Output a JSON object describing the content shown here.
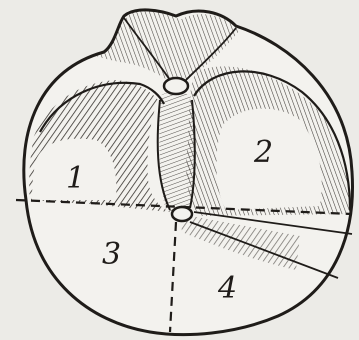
{
  "figure": {
    "regions": [
      {
        "id": "region-1",
        "label": "1"
      },
      {
        "id": "region-2",
        "label": "2"
      },
      {
        "id": "region-3",
        "label": "3"
      },
      {
        "id": "region-4",
        "label": "4"
      }
    ],
    "colors": {
      "background": "#ecebe7",
      "ink": "#1f1c19",
      "paper": "#f3f2ee",
      "shadow": "#8c8781"
    }
  }
}
